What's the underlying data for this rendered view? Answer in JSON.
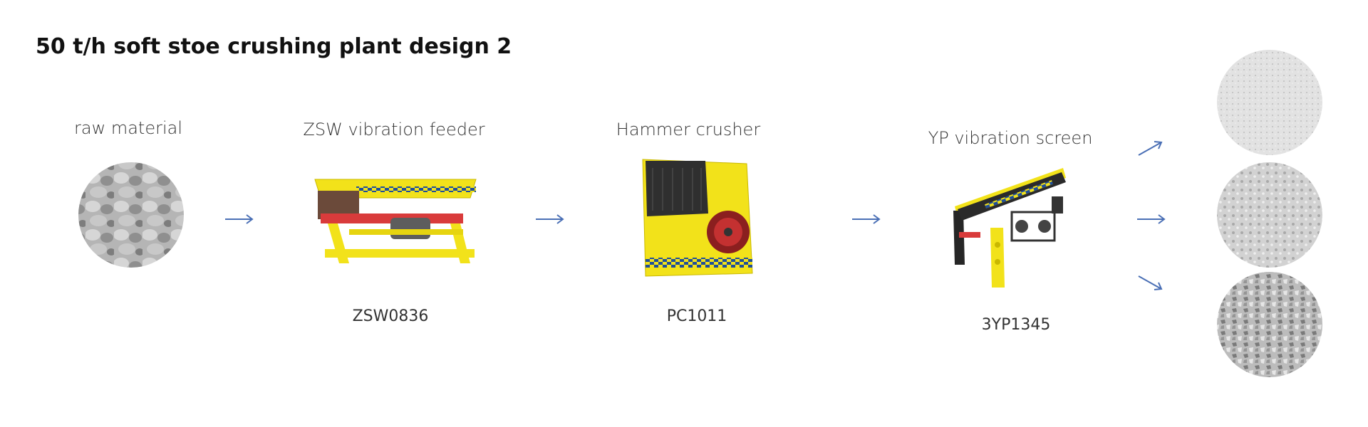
{
  "title": "50 t/h soft stoe crushing plant design 2",
  "stages": [
    {
      "label": "raw material",
      "model": ""
    },
    {
      "label": "ZSW vibration feeder",
      "model": "ZSW0836"
    },
    {
      "label": "Hammer crusher",
      "model": "PC1011"
    },
    {
      "label": "YP vibration screen",
      "model": "3YP1345"
    }
  ],
  "colors": {
    "arrow": "#4a6fb5",
    "machine_yellow": "#f2e21a",
    "rock_gray": "#a8a8a8",
    "product_light": "#dedede",
    "product_mid": "#c9c9c9",
    "product_dark": "#9c9c9c"
  },
  "icons": [
    "raw-material-rocks-icon",
    "vibration-feeder-icon",
    "hammer-crusher-icon",
    "vibration-screen-icon",
    "fine-product-icon",
    "medium-product-icon",
    "coarse-product-icon",
    "arrow-right-icon"
  ]
}
